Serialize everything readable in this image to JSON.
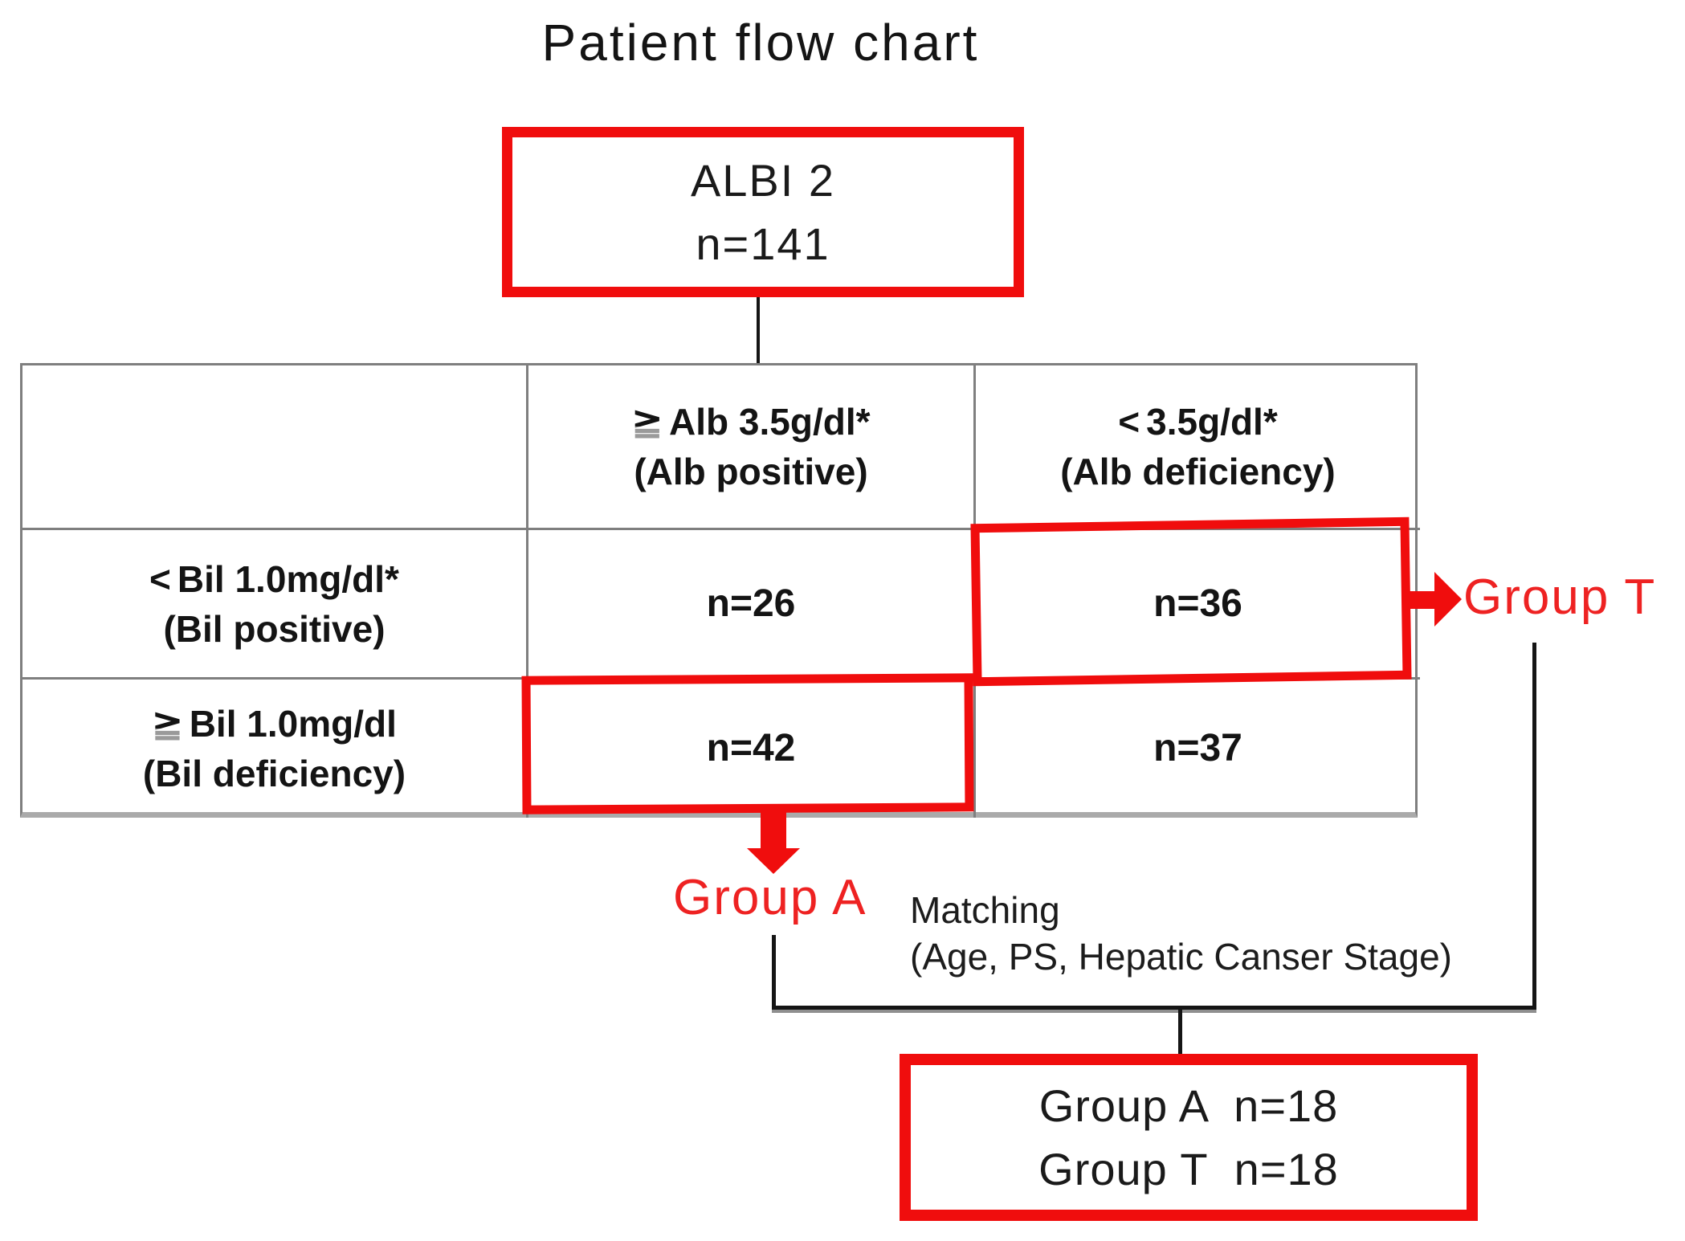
{
  "title": "Patient flow chart",
  "root_box": {
    "name": "ALBI 2",
    "count": "n=141"
  },
  "table": {
    "corner": "",
    "col_headers": [
      {
        "symbol": "≧",
        "criterion": "Alb 3.5g/dl*",
        "label": "(Alb positive)"
      },
      {
        "symbol": "<",
        "criterion": "3.5g/dl*",
        "label": "(Alb deficiency)"
      }
    ],
    "row_headers": [
      {
        "symbol": "<",
        "criterion": "Bil 1.0mg/dl*",
        "label": "(Bil positive)"
      },
      {
        "symbol": "≧",
        "criterion": "Bil 1.0mg/dl",
        "label": "(Bil deficiency)"
      }
    ],
    "cells": [
      [
        "n=26",
        "n=36"
      ],
      [
        "n=42",
        "n=37"
      ]
    ]
  },
  "groups": {
    "t": "Group T",
    "a": "Group A"
  },
  "matching": {
    "title": "Matching",
    "criteria": "(Age, PS, Hepatic Canser Stage)"
  },
  "result_box": {
    "line1": "Group A  n=18",
    "line2": "Group T  n=18"
  },
  "colors": {
    "red_box": "#f00d0d",
    "red_text": "#ee2222",
    "table_border": "#7f7f7f",
    "line_black": "#151515"
  }
}
